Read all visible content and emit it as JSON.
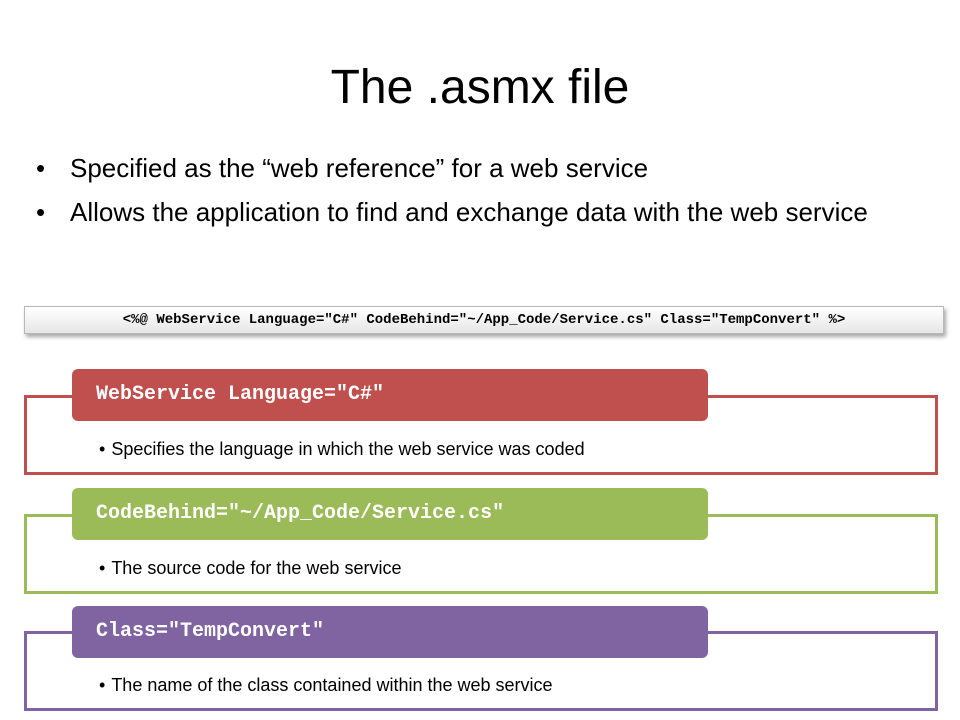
{
  "slide": {
    "title": "The .asmx file",
    "bullets": [
      "Specified as the “web reference” for a web service",
      "Allows the application to find and exchange data with the web service"
    ],
    "bullet_glyph": "•",
    "directive": "<%@ WebService Language=\"C#\" CodeBehind=\"~/App_Code/Service.cs\" Class=\"TempConvert\" %>",
    "items": [
      {
        "header": "WebService Language=\"C#\"",
        "description": "Specifies the language in which the web service was coded",
        "color": "#c0504d"
      },
      {
        "header": "CodeBehind=\"~/App_Code/Service.cs\"",
        "description": "The source code for the web service",
        "color": "#9bbb59"
      },
      {
        "header": "Class=\"TempConvert\"",
        "description": "The name of the class contained within the web service",
        "color": "#8064a2"
      }
    ]
  }
}
